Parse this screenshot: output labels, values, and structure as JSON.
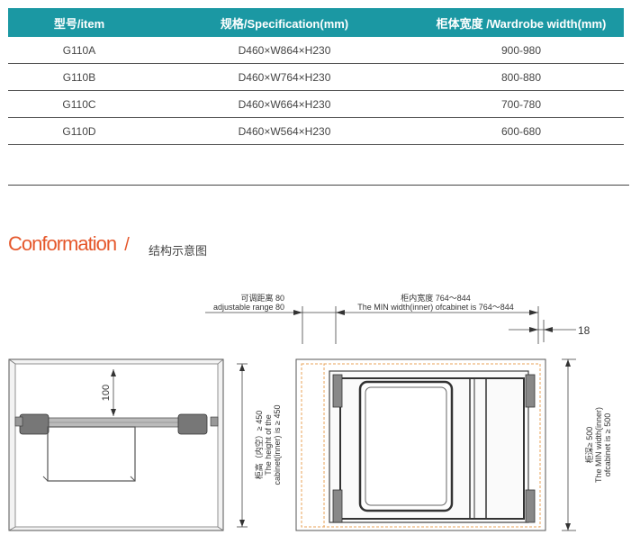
{
  "table": {
    "headers": [
      "型号/item",
      "规格/Specification(mm)",
      "柜体宽度 /Wardrobe width(mm)"
    ],
    "rows": [
      [
        "G110A",
        "D460×W864×H230",
        "900-980"
      ],
      [
        "G110B",
        "D460×W764×H230",
        "800-880"
      ],
      [
        "G110C",
        "D460×W664×H230",
        "700-780"
      ],
      [
        "G110D",
        "D460×W564×H230",
        "600-680"
      ]
    ]
  },
  "section": {
    "title": "Conformation",
    "slash": "/",
    "subtitle": "结构示意图"
  },
  "diagram": {
    "adjust_cn": "可调距离 80",
    "adjust_en": "adjustable range 80",
    "min_width_cn": "柜内宽度 764～844",
    "min_width_en": "The MIN width(inner) ofcabinet is 764～844",
    "gap": "18",
    "height_dim": "100",
    "height_cn": "柜高（内空）≥ 450",
    "height_en1": "The height of the",
    "height_en2": "cabinet(inner) is ≥ 450",
    "depth_cn": "柜深≥ 500",
    "depth_en1": "The MIN width(inner)",
    "depth_en2": "ofcabinet is ≥ 500"
  }
}
